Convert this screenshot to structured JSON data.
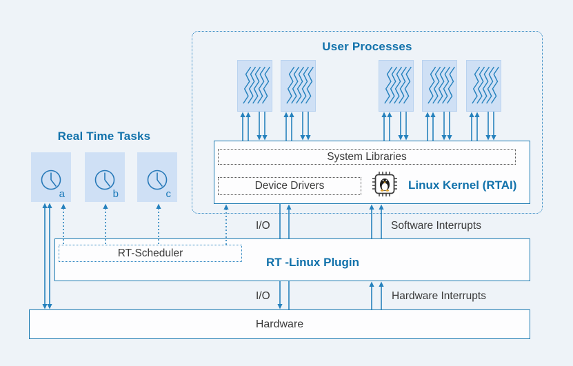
{
  "colors": {
    "background": "#eef3f8",
    "accent_blue": "#1272ab",
    "line_blue": "#2581bd",
    "light_blue_fill": "#cfe0f5",
    "solid_border_blue": "#1878b0",
    "dark_text": "#3a3a3a"
  },
  "user_processes": {
    "title": "User Processes",
    "process_count": 5,
    "icon": "process-waves-icon"
  },
  "real_time_tasks": {
    "title": "Real Time Tasks",
    "icon": "clock-icon",
    "tasks": [
      {
        "label": "a"
      },
      {
        "label": "b"
      },
      {
        "label": "c"
      }
    ]
  },
  "kernel": {
    "title": "Linux Kernel (RTAI)",
    "system_libraries_label": "System Libraries",
    "device_drivers_label": "Device Drivers",
    "icon": "linux-tux-chip-icon"
  },
  "plugin": {
    "title": "RT -Linux Plugin",
    "scheduler_label": "RT-Scheduler"
  },
  "hardware": {
    "title": "Hardware"
  },
  "flow_labels": {
    "io_upper": "I/O",
    "software_interrupts": "Software Interrupts",
    "io_lower": "I/O",
    "hardware_interrupts": "Hardware Interrupts"
  }
}
